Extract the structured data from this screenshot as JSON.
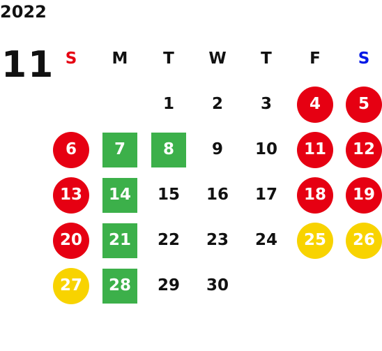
{
  "year": "2022",
  "month": "11",
  "colors": {
    "sunday_header": "#e60012",
    "saturday_header": "#0018e6",
    "weekday_header": "#111111",
    "red": "#e60012",
    "green": "#3cb04a",
    "yellow": "#f8d300",
    "text": "#111111"
  },
  "weekdays": [
    {
      "label": "S",
      "color": "sunday_header"
    },
    {
      "label": "M",
      "color": "weekday_header"
    },
    {
      "label": "T",
      "color": "weekday_header"
    },
    {
      "label": "W",
      "color": "weekday_header"
    },
    {
      "label": "T",
      "color": "weekday_header"
    },
    {
      "label": "F",
      "color": "weekday_header"
    },
    {
      "label": "S",
      "color": "saturday_header"
    }
  ],
  "weeks": [
    [
      null,
      null,
      {
        "day": "1"
      },
      {
        "day": "2"
      },
      {
        "day": "3"
      },
      {
        "day": "4",
        "style": "red-circle"
      },
      {
        "day": "5",
        "style": "red-circle"
      }
    ],
    [
      {
        "day": "6",
        "style": "red-circle"
      },
      {
        "day": "7",
        "style": "green-square"
      },
      {
        "day": "8",
        "style": "green-square"
      },
      {
        "day": "9"
      },
      {
        "day": "10"
      },
      {
        "day": "11",
        "style": "red-circle"
      },
      {
        "day": "12",
        "style": "red-circle"
      }
    ],
    [
      {
        "day": "13",
        "style": "red-circle"
      },
      {
        "day": "14",
        "style": "green-square"
      },
      {
        "day": "15"
      },
      {
        "day": "16"
      },
      {
        "day": "17"
      },
      {
        "day": "18",
        "style": "red-circle"
      },
      {
        "day": "19",
        "style": "red-circle"
      }
    ],
    [
      {
        "day": "20",
        "style": "red-circle"
      },
      {
        "day": "21",
        "style": "green-square"
      },
      {
        "day": "22"
      },
      {
        "day": "23"
      },
      {
        "day": "24"
      },
      {
        "day": "25",
        "style": "yellow-circle"
      },
      {
        "day": "26",
        "style": "yellow-circle"
      }
    ],
    [
      {
        "day": "27",
        "style": "yellow-circle"
      },
      {
        "day": "28",
        "style": "green-square"
      },
      {
        "day": "29"
      },
      {
        "day": "30"
      },
      null,
      null,
      null
    ]
  ]
}
